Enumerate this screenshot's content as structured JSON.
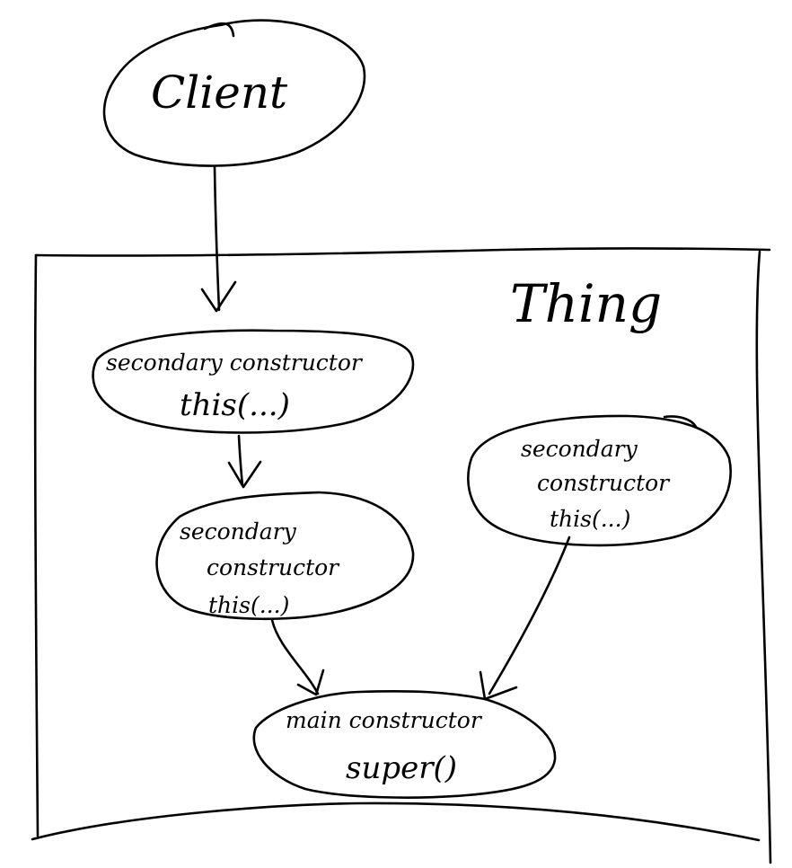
{
  "diagram": {
    "client": {
      "label": "Client"
    },
    "container": {
      "label": "Thing"
    },
    "nodes": [
      {
        "id": "sec1",
        "line1": "secondary constructor",
        "line2": "this(...)"
      },
      {
        "id": "sec2",
        "line1": "secondary",
        "line2": "constructor",
        "line3": "this(...)"
      },
      {
        "id": "sec3",
        "line1": "secondary",
        "line2": "constructor",
        "line3": "this(...)"
      },
      {
        "id": "main",
        "line1": "main constructor",
        "line2": "super()"
      }
    ],
    "edges": [
      {
        "from": "client",
        "to": "sec1"
      },
      {
        "from": "sec1",
        "to": "sec2"
      },
      {
        "from": "sec2",
        "to": "main"
      },
      {
        "from": "sec3",
        "to": "main"
      }
    ],
    "ink_color": "#000000",
    "background": "#ffffff"
  }
}
